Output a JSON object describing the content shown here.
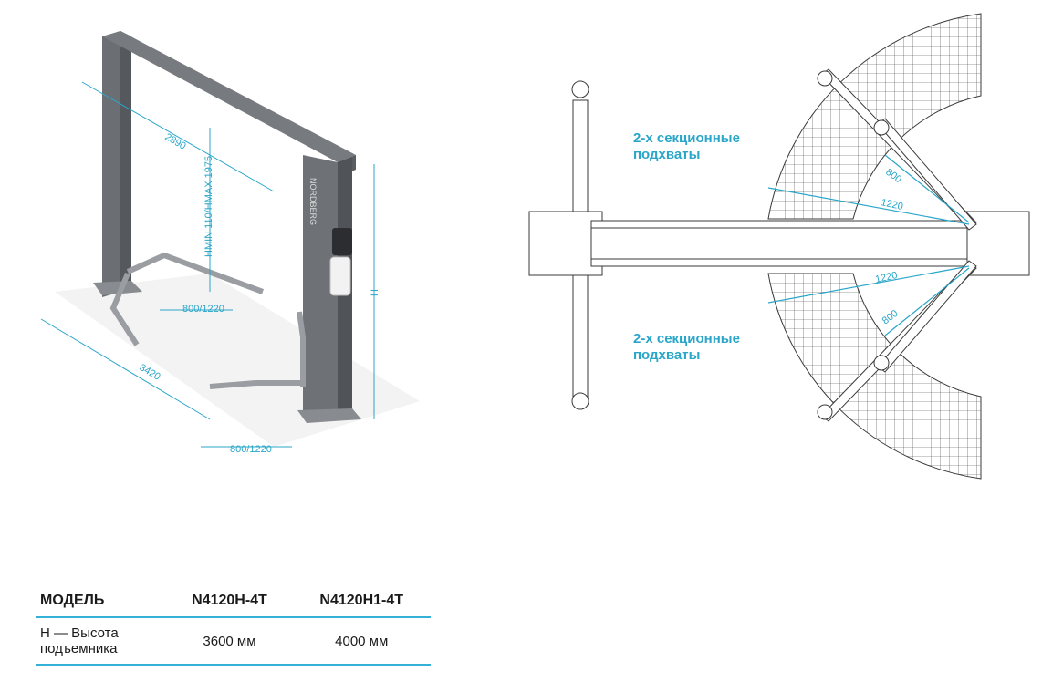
{
  "diagram_3d": {
    "brand": "NORDBERG",
    "dim_width": "2890",
    "dim_height_range": "HMIN 110/HMAX 1975",
    "dim_arm_range_top": "800/1220",
    "dim_length": "3420",
    "dim_arm_range_bottom": "800/1220",
    "dim_h": "H"
  },
  "diagram_top": {
    "label_top": [
      "2-х секционные",
      "подхваты"
    ],
    "label_bottom": [
      "2-х секционные",
      "подхваты"
    ],
    "dims": [
      "800",
      "1220",
      "1220",
      "800"
    ]
  },
  "spec_table": {
    "headers": [
      "МОДЕЛЬ",
      "N4120H-4T",
      "N4120H1-4T"
    ],
    "rows": [
      {
        "param_line1": "H — Высота",
        "param_line2": "подъемника",
        "v1": "3600 мм",
        "v2": "4000 мм"
      }
    ]
  },
  "colors": {
    "accent": "#2aa6c9",
    "rule": "#33b1d6",
    "frame": "#6b6e72"
  }
}
